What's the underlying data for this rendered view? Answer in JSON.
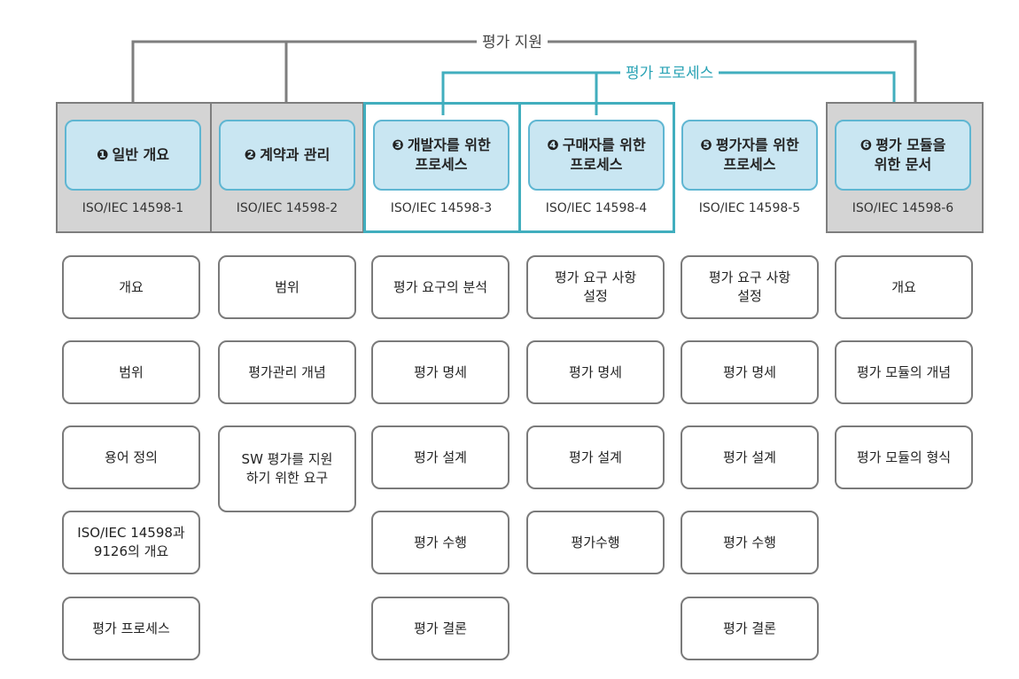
{
  "top_labels": {
    "support": "평가 지원",
    "process": "평가 프로세스"
  },
  "columns": [
    {
      "num": "❶",
      "title": "일반 개요",
      "code": "ISO/IEC 14598-1",
      "items": [
        "개요",
        "범위",
        "용어 정의",
        "ISO/IEC 14598과 9126의 개요",
        "평가 프로세스"
      ]
    },
    {
      "num": "❷",
      "title": "계약과 관리",
      "code": "ISO/IEC 14598-2",
      "items": [
        "범위",
        "평가관리 개념",
        "SW 평가를 지원하기 위한 요구"
      ]
    },
    {
      "num": "❸",
      "title": "개발자를 위한 프로세스",
      "code": "ISO/IEC 14598-3",
      "items": [
        "평가 요구의 분석",
        "평가 명세",
        "평가 설계",
        "평가 수행",
        "평가 결론"
      ]
    },
    {
      "num": "❹",
      "title": "구매자를 위한 프로세스",
      "code": "ISO/IEC 14598-4",
      "items": [
        "평가 요구 사항 설정",
        "평가 명세",
        "평가 설계",
        "평가수행"
      ]
    },
    {
      "num": "❺",
      "title": "평가자를 위한 프로세스",
      "code": "ISO/IEC 14598-5",
      "items": [
        "평가 요구 사항 설정",
        "평가 명세",
        "평가 설계",
        "평가 수행",
        "평가 결론"
      ]
    },
    {
      "num": "❻",
      "title": "평가 모듈을 위한 문서",
      "code": "ISO/IEC 14598-6",
      "items": [
        "개요",
        "평가 모듈의 개념",
        "평가 모듈의 형식"
      ]
    }
  ],
  "colors": {
    "gray_panel": "#d4d4d4",
    "gray_border": "#7e7e7e",
    "teal": "#41aebe",
    "head_fill": "#c9e6f2",
    "head_border": "#5fb6d2"
  }
}
